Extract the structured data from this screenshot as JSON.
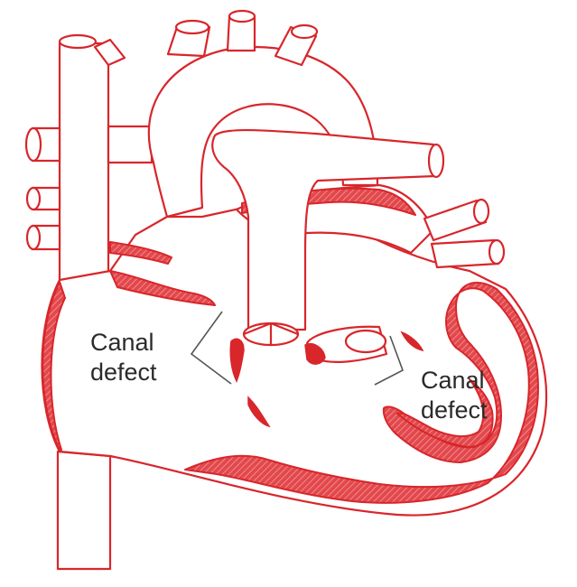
{
  "labels": {
    "left_line1": "Canal",
    "left_line2": "defect",
    "right_line1": "Canal",
    "right_line2": "defect"
  },
  "colors": {
    "stroke": "#d8262b",
    "text": "#2b2b2b"
  }
}
